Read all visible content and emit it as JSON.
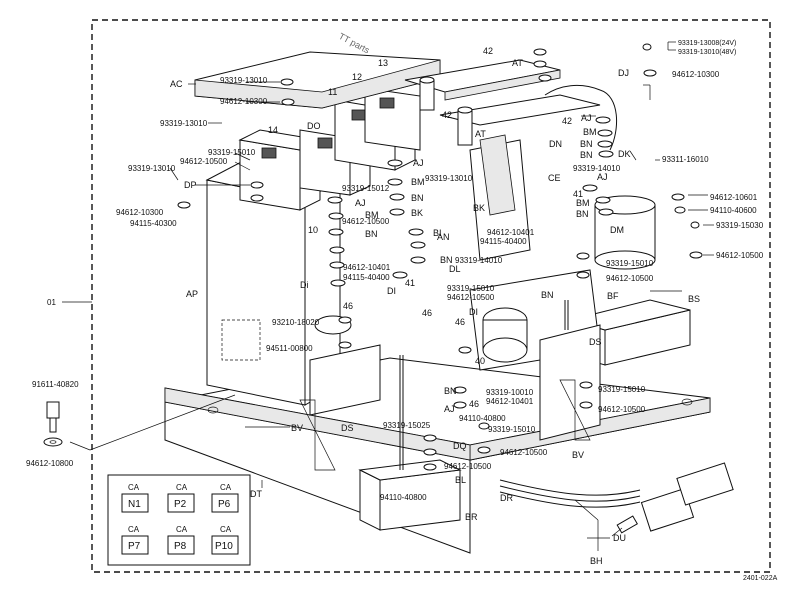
{
  "figure_code": "2401-022A",
  "watermark": "TT parts",
  "labels": [
    {
      "id": "AC",
      "text": "AC"
    },
    {
      "id": "p93319-13010-a",
      "text": "93319-13010"
    },
    {
      "id": "p94612-10300-a",
      "text": "94612-10300"
    },
    {
      "id": "p93319-13010-b",
      "text": "93319-13010"
    },
    {
      "id": "n14",
      "text": "14"
    },
    {
      "id": "n11",
      "text": "11"
    },
    {
      "id": "n12",
      "text": "12"
    },
    {
      "id": "n13",
      "text": "13"
    },
    {
      "id": "DO",
      "text": "DO"
    },
    {
      "id": "n42a",
      "text": "42"
    },
    {
      "id": "AT1",
      "text": "AT"
    },
    {
      "id": "n42b",
      "text": "42"
    },
    {
      "id": "AT2",
      "text": "AT"
    },
    {
      "id": "n42c",
      "text": "42"
    },
    {
      "id": "DJ",
      "text": "DJ"
    },
    {
      "id": "p93319-13008",
      "text": "93319-13008(24V)"
    },
    {
      "id": "p93319-13010-c",
      "text": "93319-13010(48V)"
    },
    {
      "id": "p94612-10300-b",
      "text": "94612-10300"
    },
    {
      "id": "AJ1",
      "text": "AJ"
    },
    {
      "id": "BM1",
      "text": "BM"
    },
    {
      "id": "BN1",
      "text": "BN"
    },
    {
      "id": "BN2",
      "text": "BN"
    },
    {
      "id": "DN",
      "text": "DN"
    },
    {
      "id": "DK",
      "text": "DK"
    },
    {
      "id": "p93311-16010",
      "text": "93311-16010"
    },
    {
      "id": "p93319-15010-a",
      "text": "93319-15010"
    },
    {
      "id": "p94612-10500-a",
      "text": "94612-10500"
    },
    {
      "id": "p93319-13010-d",
      "text": "93319-13010"
    },
    {
      "id": "DP",
      "text": "DP"
    },
    {
      "id": "p94612-10300-c",
      "text": "94612-10300"
    },
    {
      "id": "p94115-40300",
      "text": "94115-40300"
    },
    {
      "id": "AJ2",
      "text": "AJ"
    },
    {
      "id": "BM2",
      "text": "BM"
    },
    {
      "id": "p93319-15012",
      "text": "93319-15012"
    },
    {
      "id": "BN3",
      "text": "BN"
    },
    {
      "id": "BK1",
      "text": "BK"
    },
    {
      "id": "p94612-10500-b",
      "text": "94612-10500"
    },
    {
      "id": "n10",
      "text": "10"
    },
    {
      "id": "AJ3",
      "text": "AJ"
    },
    {
      "id": "BM3",
      "text": "BM"
    },
    {
      "id": "BN4",
      "text": "BN"
    },
    {
      "id": "p94612-10401-a",
      "text": "94612-10401"
    },
    {
      "id": "p94115-40400-a",
      "text": "94115-40400"
    },
    {
      "id": "Di1",
      "text": "Di"
    },
    {
      "id": "n46a",
      "text": "46"
    },
    {
      "id": "p93210-18020",
      "text": "93210-18020"
    },
    {
      "id": "p94511-00800",
      "text": "94511-00800"
    },
    {
      "id": "p93319-13010-e",
      "text": "93319-13010"
    },
    {
      "id": "CE",
      "text": "CE"
    },
    {
      "id": "p93319-14010-a",
      "text": "93319-14010"
    },
    {
      "id": "n41a",
      "text": "41"
    },
    {
      "id": "AJ4",
      "text": "AJ"
    },
    {
      "id": "BM4",
      "text": "BM"
    },
    {
      "id": "BN5",
      "text": "BN"
    },
    {
      "id": "BK2",
      "text": "BK"
    },
    {
      "id": "p94612-10401-b",
      "text": "94612-10401"
    },
    {
      "id": "p94115-40400-b",
      "text": "94115-40400"
    },
    {
      "id": "AN",
      "text": "AN"
    },
    {
      "id": "BI",
      "text": "BI"
    },
    {
      "id": "BN6",
      "text": "BN"
    },
    {
      "id": "p93319-14010-b",
      "text": "93319-14010"
    },
    {
      "id": "DL",
      "text": "DL"
    },
    {
      "id": "n41b",
      "text": "41"
    },
    {
      "id": "p93319-15010-b",
      "text": "93319-15010"
    },
    {
      "id": "p94612-10500-c",
      "text": "94612-10500"
    },
    {
      "id": "DI2",
      "text": "DI"
    },
    {
      "id": "DI3",
      "text": "DI"
    },
    {
      "id": "n46b",
      "text": "46"
    },
    {
      "id": "n46c",
      "text": "46"
    },
    {
      "id": "p94612-10601",
      "text": "94612-10601"
    },
    {
      "id": "p94110-40600",
      "text": "94110-40600"
    },
    {
      "id": "p93319-15030",
      "text": "93319-15030"
    },
    {
      "id": "DM",
      "text": "DM"
    },
    {
      "id": "p93319-15010-c",
      "text": "93319-15010"
    },
    {
      "id": "p94612-10500-d",
      "text": "94612-10500"
    },
    {
      "id": "p94612-10500-e",
      "text": "94612-10500"
    },
    {
      "id": "BF",
      "text": "BF"
    },
    {
      "id": "BS",
      "text": "BS"
    },
    {
      "id": "BN7",
      "text": "BN"
    },
    {
      "id": "DS1",
      "text": "DS"
    },
    {
      "id": "n40",
      "text": "40"
    },
    {
      "id": "n01",
      "text": "01"
    },
    {
      "id": "AP",
      "text": "AP"
    },
    {
      "id": "p91611-40820",
      "text": "91611-40820"
    },
    {
      "id": "p94612-10800",
      "text": "94612-10800"
    },
    {
      "id": "BV1",
      "text": "BV"
    },
    {
      "id": "DS2",
      "text": "DS"
    },
    {
      "id": "BN8",
      "text": "BN"
    },
    {
      "id": "AJ5",
      "text": "AJ"
    },
    {
      "id": "p94110-40800-a",
      "text": "94110-40800"
    },
    {
      "id": "p93319-15025",
      "text": "93319-15025"
    },
    {
      "id": "DQ",
      "text": "DQ"
    },
    {
      "id": "p93319-10010",
      "text": "93319-10010"
    },
    {
      "id": "p94612-10401-c",
      "text": "94612-10401"
    },
    {
      "id": "n46d",
      "text": "46"
    },
    {
      "id": "p93319-15010-d",
      "text": "93319-15010"
    },
    {
      "id": "p93319-15010-e",
      "text": "93319-15010"
    },
    {
      "id": "p94612-10500-f",
      "text": "94612-10500"
    },
    {
      "id": "p94612-10500-g",
      "text": "94612-10500"
    },
    {
      "id": "BV2",
      "text": "BV"
    },
    {
      "id": "p94612-10500-h",
      "text": "94612-10500"
    },
    {
      "id": "BL",
      "text": "BL"
    },
    {
      "id": "DR",
      "text": "DR"
    },
    {
      "id": "p94110-40800-b",
      "text": "94110-40800"
    },
    {
      "id": "BR",
      "text": "BR"
    },
    {
      "id": "DT",
      "text": "DT"
    },
    {
      "id": "DU",
      "text": "DU"
    },
    {
      "id": "BH",
      "text": "BH"
    }
  ],
  "ca_legend": {
    "header": "CA",
    "boxes": [
      "N1",
      "P2",
      "P6",
      "P7",
      "P8",
      "P10"
    ]
  }
}
